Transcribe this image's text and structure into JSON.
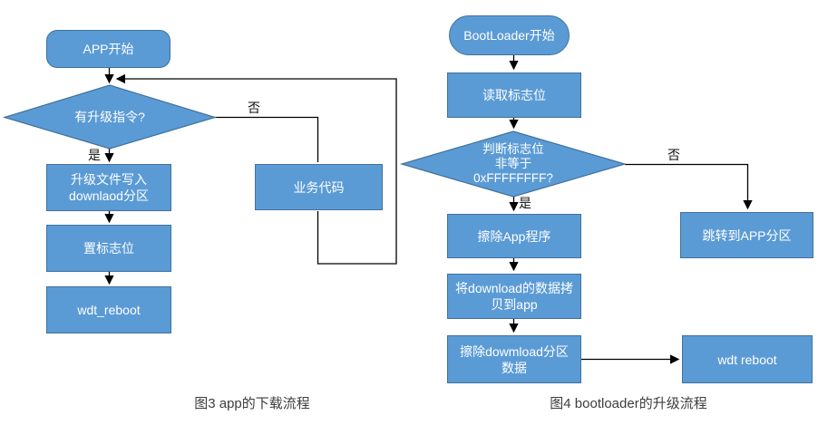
{
  "colors": {
    "node_fill": "#5B9BD5",
    "node_border": "#41719C",
    "node_text": "#FFFFFF",
    "connector": "#000000",
    "caption_text": "#3d3d3d"
  },
  "left_chart": {
    "caption": "图3 app的下载流程",
    "start": "APP开始",
    "decision": "有升级指令?",
    "yes_label": "是",
    "no_label": "否",
    "write_box": {
      "line1": "升级文件写入",
      "line2": "downlaod分区"
    },
    "set_flag_box": "置标志位",
    "reboot_box": "wdt_reboot",
    "business_box": "业务代码"
  },
  "right_chart": {
    "caption": "图4 bootloader的升级流程",
    "start": "BootLoader开始",
    "read_flag_box": "读取标志位",
    "decision": {
      "line1": "判断标志位",
      "line2": "非等于",
      "line3": "0xFFFFFFFF?"
    },
    "yes_label": "是",
    "no_label": "否",
    "erase_app_box": "擦除App程序",
    "copy_box": {
      "line1": "将download的数据拷",
      "line2": "贝到app"
    },
    "erase_download_box": {
      "line1": "擦除dowmload分区",
      "line2": "数据"
    },
    "wdt_reboot_box": "wdt reboot",
    "jump_box": "跳转到APP分区"
  }
}
